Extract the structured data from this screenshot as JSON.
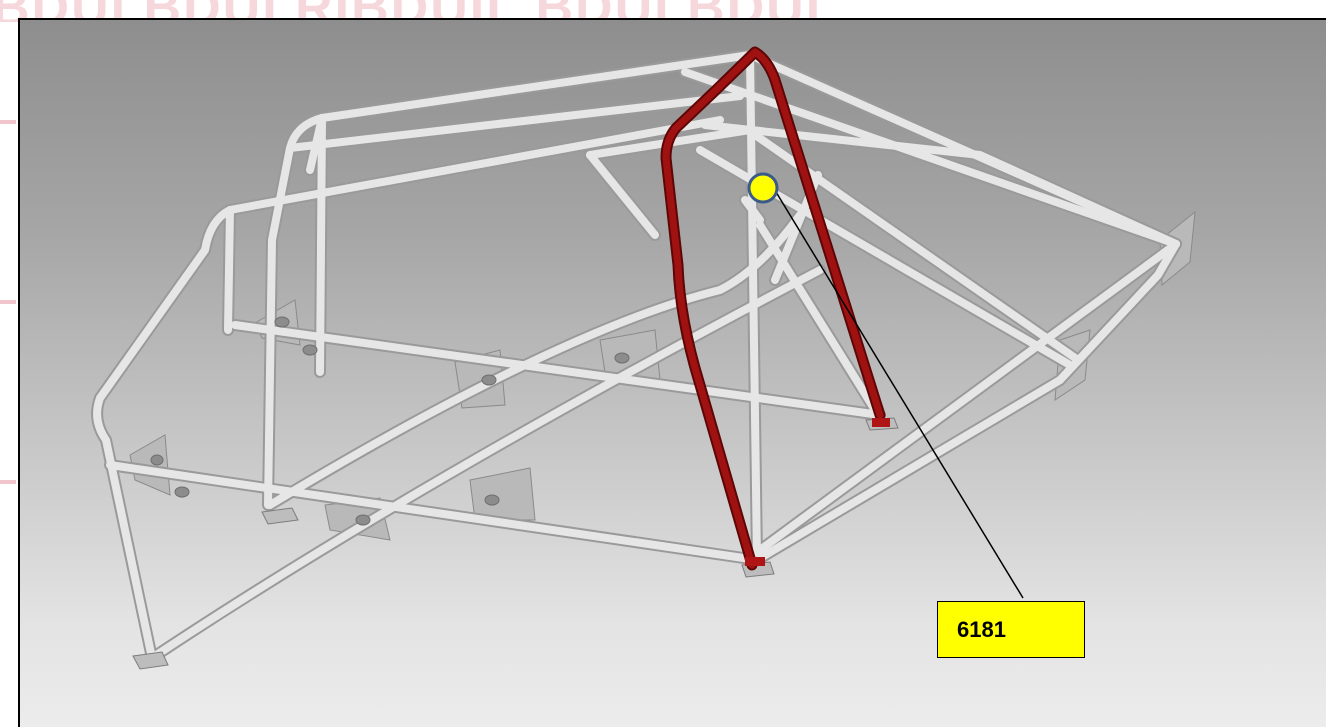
{
  "watermark": {
    "text": "BDUI BDUI RIBDUIL BDUI BDUI"
  },
  "diagram": {
    "subject": "roll-cage-3d-model",
    "colors": {
      "tube": "#e4e4e4",
      "tube_outline": "#9a9a9a",
      "highlight_tube": "#9b1111",
      "marker_fill": "#ffff00",
      "marker_ring": "#3a5a8a",
      "callout_fill": "#ffff00"
    }
  },
  "callout": {
    "label": "6181"
  }
}
